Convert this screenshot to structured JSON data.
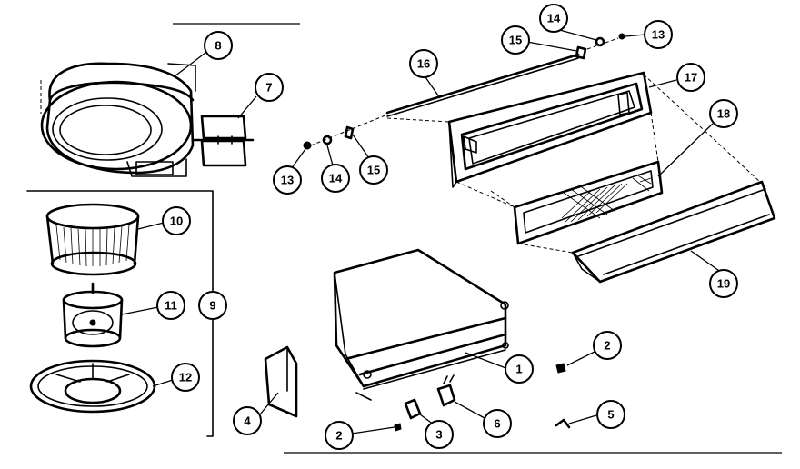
{
  "diagram": {
    "callouts": [
      {
        "label": "1"
      },
      {
        "label": "2"
      },
      {
        "label": "2"
      },
      {
        "label": "3"
      },
      {
        "label": "4"
      },
      {
        "label": "5"
      },
      {
        "label": "6"
      },
      {
        "label": "7"
      },
      {
        "label": "8"
      },
      {
        "label": "9"
      },
      {
        "label": "10"
      },
      {
        "label": "11"
      },
      {
        "label": "12"
      },
      {
        "label": "13"
      },
      {
        "label": "13"
      },
      {
        "label": "14"
      },
      {
        "label": "14"
      },
      {
        "label": "15"
      },
      {
        "label": "15"
      },
      {
        "label": "16"
      },
      {
        "label": "17"
      },
      {
        "label": "18"
      },
      {
        "label": "19"
      }
    ]
  }
}
